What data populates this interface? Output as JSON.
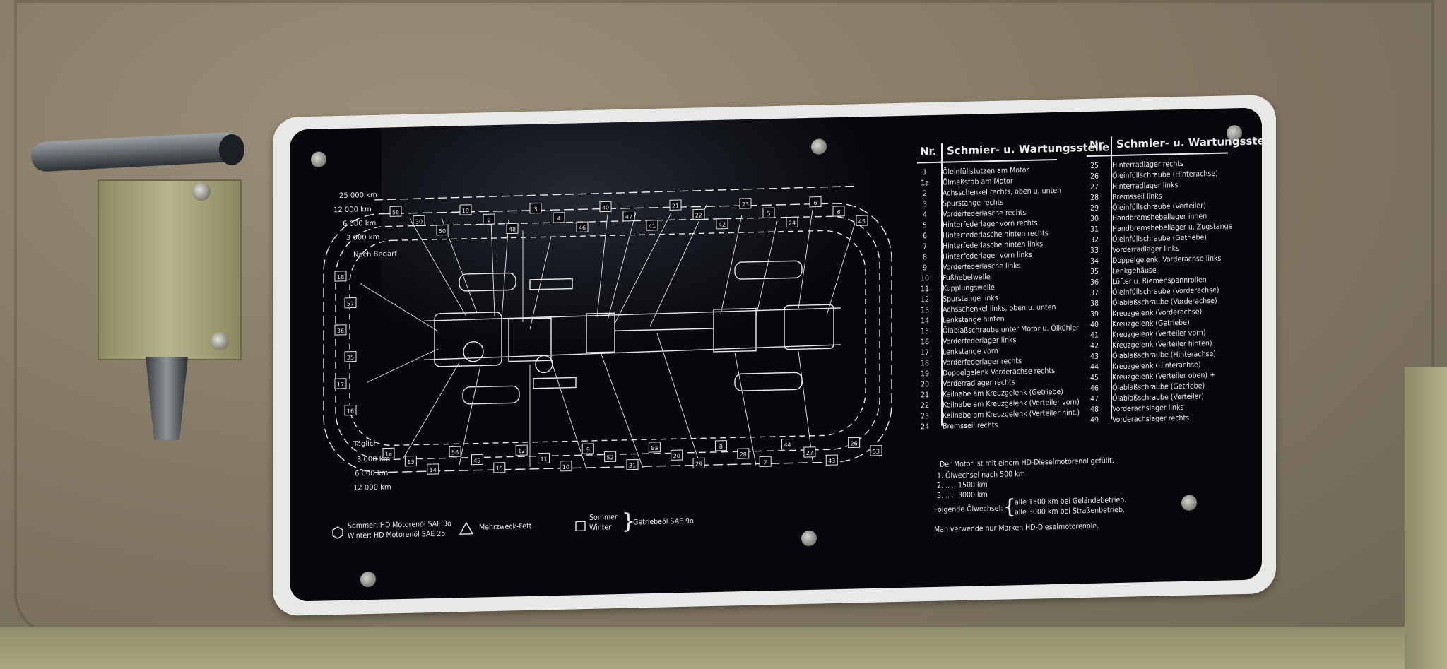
{
  "plate": {
    "title_nr": "Nr.",
    "title_point": "Schmier- u. Wartungsstelle",
    "left_column": [
      {
        "nr": "1",
        "text": "Öleinfüllstutzen am Motor"
      },
      {
        "nr": "1a",
        "text": "Ölmeßstab am Motor"
      },
      {
        "nr": "2",
        "text": "Achsschenkel rechts, oben u. unten"
      },
      {
        "nr": "3",
        "text": "Spurstange rechts"
      },
      {
        "nr": "4",
        "text": "Vorderfederlasche rechts"
      },
      {
        "nr": "5",
        "text": "Hinterfederlager vorn rechts"
      },
      {
        "nr": "6",
        "text": "Hinterfederlasche hinten rechts"
      },
      {
        "nr": "7",
        "text": "Hinterfederlasche hinten links"
      },
      {
        "nr": "8",
        "text": "Hinterfederlager vorn links"
      },
      {
        "nr": "9",
        "text": "Vorderfederlasche links"
      },
      {
        "nr": "10",
        "text": "Fußhebelwelle"
      },
      {
        "nr": "11",
        "text": "Kupplungswelle"
      },
      {
        "nr": "12",
        "text": "Spurstange links"
      },
      {
        "nr": "13",
        "text": "Achsschenkel links, oben u. unten"
      },
      {
        "nr": "14",
        "text": "Lenkstange hinten"
      },
      {
        "nr": "15",
        "text": "Ölablaßschraube unter Motor u. Ölkühler"
      },
      {
        "nr": "16",
        "text": "Vorderfederlager links"
      },
      {
        "nr": "17",
        "text": "Lenkstange vorn"
      },
      {
        "nr": "18",
        "text": "Vorderfederlager rechts"
      },
      {
        "nr": "19",
        "text": "Doppelgelenk Vorderachse rechts"
      },
      {
        "nr": "20",
        "text": "Vorderradlager rechts"
      },
      {
        "nr": "21",
        "text": "Keilnabe am Kreuzgelenk (Getriebe)"
      },
      {
        "nr": "22",
        "text": "Keilnabe am Kreuzgelenk (Verteiler vorn)"
      },
      {
        "nr": "23",
        "text": "Keilnabe am Kreuzgelenk (Verteiler hint.)"
      },
      {
        "nr": "24",
        "text": "Bremsseil rechts"
      }
    ],
    "right_column": [
      {
        "nr": "25",
        "text": "Hinterradlager rechts"
      },
      {
        "nr": "26",
        "text": "Öleinfüllschraube (Hinterachse)"
      },
      {
        "nr": "27",
        "text": "Hinterradlager links"
      },
      {
        "nr": "28",
        "text": "Bremsseil links"
      },
      {
        "nr": "29",
        "text": "Öleinfüllschraube (Verteiler)"
      },
      {
        "nr": "30",
        "text": "Handbremshebellager innen"
      },
      {
        "nr": "31",
        "text": "Handbremshebellager u. Zugstange"
      },
      {
        "nr": "32",
        "text": "Öleinfüllschraube (Getriebe)"
      },
      {
        "nr": "33",
        "text": "Vorderradlager links"
      },
      {
        "nr": "34",
        "text": "Doppelgelenk, Vorderachse links"
      },
      {
        "nr": "35",
        "text": "Lenkgehäuse"
      },
      {
        "nr": "36",
        "text": "Lüfter u. Riemenspannrollen"
      },
      {
        "nr": "37",
        "text": "Öleinfüllschraube (Vorderachse)"
      },
      {
        "nr": "38",
        "text": "Ölablaßschraube (Vorderachse)"
      },
      {
        "nr": "39",
        "text": "Kreuzgelenk (Vorderachse)"
      },
      {
        "nr": "40",
        "text": "Kreuzgelenk (Getriebe)"
      },
      {
        "nr": "41",
        "text": "Kreuzgelenk (Verteiler vorn)"
      },
      {
        "nr": "42",
        "text": "Kreuzgelenk (Verteiler hinten)"
      },
      {
        "nr": "43",
        "text": "Ölablaßschraube (Hinterachse)"
      },
      {
        "nr": "44",
        "text": "Kreuzgelenk (Hinterachse)"
      },
      {
        "nr": "45",
        "text": "Kreuzgelenk (Verteiler oben) +"
      },
      {
        "nr": "46",
        "text": "Ölablaßschraube (Getriebe)"
      },
      {
        "nr": "47",
        "text": "Ölablaßschraube (Verteiler)"
      },
      {
        "nr": "48",
        "text": "Vorderachslager links"
      },
      {
        "nr": "49",
        "text": "Vorderachslager rechts"
      }
    ],
    "oil_notes": {
      "intro": "Der Motor ist mit einem HD-Dieselmotorenöl gefüllt.",
      "change_1": "1. Ölwechsel nach   500 km",
      "change_2": "2.   ..     ..    1500 km",
      "change_3": "3.   ..     ..    3000 km",
      "following_label": "Folgende Ölwechsel:",
      "following_1": "alle  1500 km  bei Geländebetrieb.",
      "following_2": "alle  3000 km  bei Straßenbetrieb.",
      "footer": "Man verwende nur Marken HD-Dieselmotorenöle."
    },
    "diagram": {
      "intervals_top": [
        "25 000 km",
        "12 000 km",
        "6 000 km",
        "3 000 km",
        "Nach Bedarf"
      ],
      "intervals_bottom": [
        "Täglich",
        "3 000 km",
        "6 000 km",
        "12 000 km"
      ],
      "callouts_top": [
        "58",
        "30",
        "50",
        "19",
        "2",
        "48",
        "3",
        "4",
        "46",
        "40",
        "47",
        "41",
        "21",
        "22",
        "42",
        "23",
        "5",
        "24",
        "6",
        "6",
        "45"
      ],
      "callouts_bottom": [
        "1a",
        "13",
        "14",
        "56",
        "49",
        "15",
        "12",
        "11",
        "10",
        "9",
        "52",
        "31",
        "8a",
        "20",
        "29",
        "8",
        "28",
        "7",
        "44",
        "27",
        "43",
        "26",
        "53"
      ],
      "callouts_left": [
        "18",
        "57",
        "36",
        "35",
        "17",
        "16"
      ]
    },
    "legend": {
      "hexagon_line1": "Sommer: HD Motorenöl SAE 3o",
      "hexagon_line2": "Winter: HD Motorenöl SAE 2o",
      "triangle": "Mehrzweck-Fett",
      "square_line1": "Sommer",
      "square_line2": "Winter",
      "square_oil": "Getriebeöl SAE 9o"
    }
  }
}
